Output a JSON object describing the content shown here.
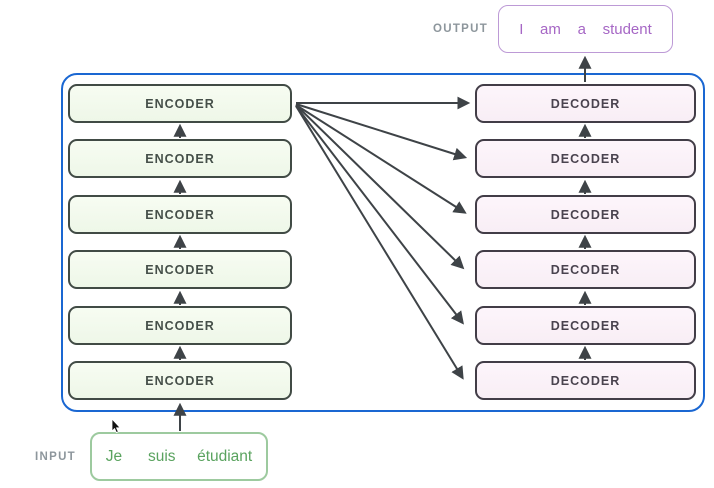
{
  "output": {
    "label": "OUTPUT",
    "text": "I    am    a    student"
  },
  "input": {
    "label": "INPUT",
    "text": "Je      suis     étudiant"
  },
  "encoder_stack": {
    "items": [
      "ENCODER",
      "ENCODER",
      "ENCODER",
      "ENCODER",
      "ENCODER",
      "ENCODER"
    ]
  },
  "decoder_stack": {
    "items": [
      "DECODER",
      "DECODER",
      "DECODER",
      "DECODER",
      "DECODER",
      "DECODER"
    ]
  },
  "colors": {
    "boundary_blue": "#1a67d2",
    "encoder_fill": "#f3f9ee",
    "encoder_text": "#454f49",
    "decoder_fill": "#fbf2f8",
    "decoder_text": "#4a434f",
    "output_purple": "#a667c5",
    "output_border": "#bd9ad6",
    "input_green": "#5aa35f",
    "input_border": "#9dca9f",
    "label_gray": "#8d969c",
    "arrow_dark": "#3e4347"
  }
}
